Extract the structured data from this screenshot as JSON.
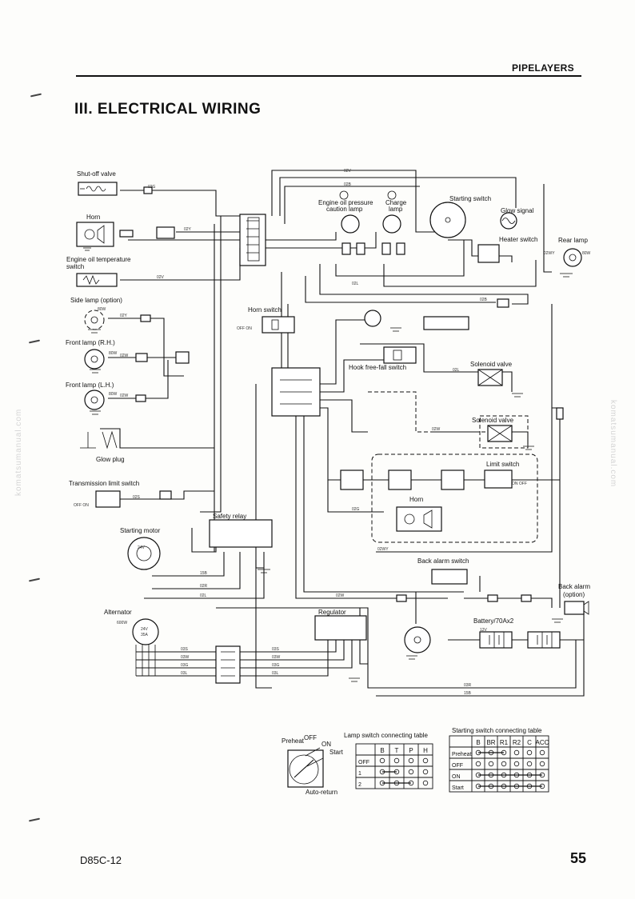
{
  "header": {
    "section": "PIPELAYERS",
    "title": "III. ELECTRICAL WIRING"
  },
  "footer": {
    "model": "D85C-12",
    "page": "55"
  },
  "watermark": "komatsumanual.com",
  "components": {
    "shutoff_valve": "Shut-off valve",
    "horn": "Horn",
    "engine_oil_temp_l1": "Engine oil temperature",
    "engine_oil_temp_l2": "switch",
    "side_lamp": "Side lamp (option)",
    "side_lamp_w": "80W",
    "front_lamp_rh": "Front lamp (R.H.)",
    "front_lamp_lh": "Front lamp (L.H.)",
    "lamp_w": "80W",
    "glow_plug": "Glow plug",
    "transmission_limit_switch": "Transmission limit switch",
    "starting_motor": "Starting motor",
    "motor_rating": "24V",
    "alternator": "Alternator",
    "alt_w": "600W",
    "alt_v": "24V",
    "alt_a": "35A",
    "safety_relay": "Safety relay",
    "regulator": "Regulator",
    "horn_switch": "Horn switch",
    "oil_pressure_lamp_l1": "Engine oil pressure",
    "oil_pressure_lamp_l2": "caution lamp",
    "charge_lamp_l1": "Charge",
    "charge_lamp_l2": "lamp",
    "starting_switch": "Starting switch",
    "glow_signal": "Glow signal",
    "heater_switch": "Heater switch",
    "rear_lamp": "Rear lamp",
    "rear_lamp_w": "80W",
    "hook_freefall_switch": "Hook free-fall switch",
    "solenoid_valve_1": "Solenoid valve",
    "solenoid_valve_2": "Solenoid valve",
    "limit_switch": "Limit switch",
    "horn_2": "Horn",
    "back_alarm_switch": "Back alarm switch",
    "back_alarm_l1": "Back alarm",
    "back_alarm_l2": "(option)",
    "battery": "Battery/70Ax2",
    "battery_v": "12V",
    "off_on": "OFF ON",
    "on_off": "ON  OFF"
  },
  "wires": [
    "02G",
    "02Y",
    "02S",
    "02V",
    "02R",
    "02W",
    "02L",
    "02B",
    "03R",
    "03W",
    "03G",
    "03S",
    "03L",
    "15B",
    "05V",
    "02WY"
  ],
  "key_positions": {
    "preheat": "Preheat",
    "off": "OFF",
    "on": "ON",
    "start": "Start",
    "auto_return": "Auto-return"
  },
  "lamp_table": {
    "title": "Lamp switch connecting table",
    "headers": [
      "",
      "B",
      "T",
      "P",
      "H"
    ],
    "rows": [
      "OFF",
      "1",
      "2"
    ],
    "connections": [
      [],
      [
        1,
        2
      ],
      [
        1,
        2,
        3
      ]
    ]
  },
  "start_table": {
    "title": "Starting switch connecting table",
    "headers": [
      "",
      "B",
      "BR",
      "R1",
      "R2",
      "C",
      "ACC"
    ],
    "rows": [
      "Preheat",
      "OFF",
      "ON",
      "Start"
    ],
    "connections": [
      [
        1,
        2,
        3
      ],
      [],
      [
        1,
        2,
        6
      ],
      [
        1,
        2,
        5,
        6
      ]
    ]
  }
}
